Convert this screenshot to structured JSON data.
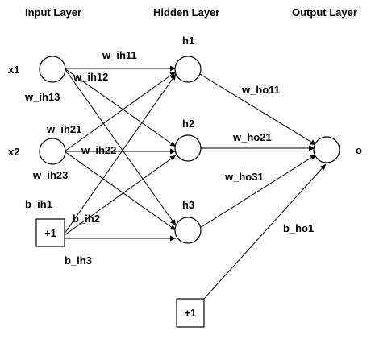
{
  "layers": {
    "input": "Input Layer",
    "hidden": "Hidden Layer",
    "output": "Output Layer"
  },
  "nodes": {
    "x1": "x1",
    "x2": "x2",
    "h1": "h1",
    "h2": "h2",
    "h3": "h3",
    "o": "o"
  },
  "bias": {
    "input": "+1",
    "hidden": "+1"
  },
  "weights": {
    "w_ih11": "w_ih11",
    "w_ih12": "w_ih12",
    "w_ih13": "w_ih13",
    "w_ih21": "w_ih21",
    "w_ih22": "w_ih22",
    "w_ih23": "w_ih23",
    "b_ih1": "b_ih1",
    "b_ih2": "b_ih2",
    "b_ih3": "b_ih3",
    "w_ho11": "w_ho11",
    "w_ho21": "w_ho21",
    "w_ho31": "w_ho31",
    "b_ho1": "b_ho1"
  }
}
